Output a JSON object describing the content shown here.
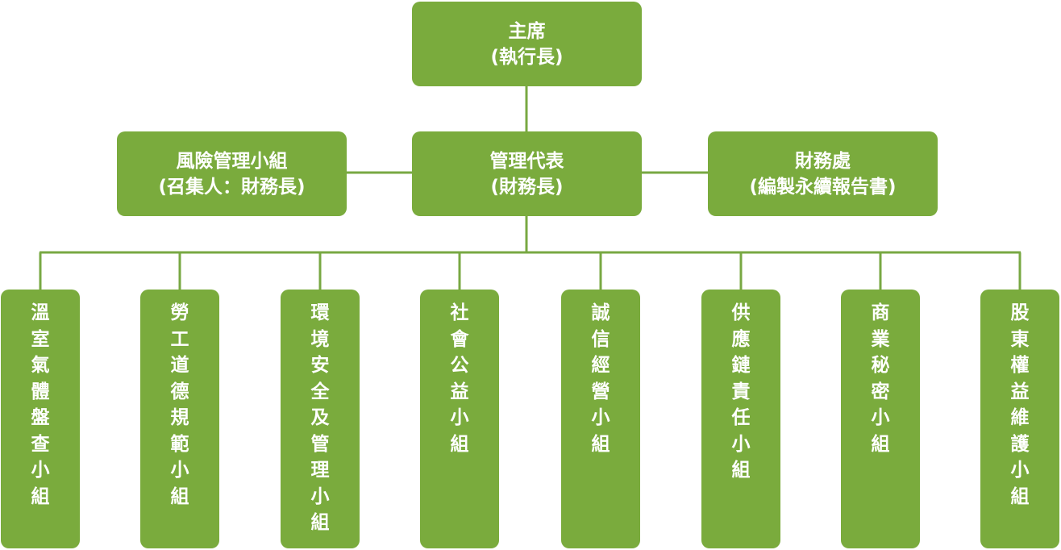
{
  "colors": {
    "box_fill": "#7aab3d",
    "connector": "#78a843",
    "text": "#ffffff",
    "background": "#ffffff"
  },
  "chairman": {
    "line1": "主席",
    "line2": "(執行長)"
  },
  "risk_group": {
    "line1": "風險管理小組",
    "line2": "(召集人：財務長)"
  },
  "management_rep": {
    "line1": "管理代表",
    "line2": "(財務長)"
  },
  "finance_dept": {
    "line1": "財務處",
    "line2": "(編製永續報告書)"
  },
  "groups": [
    {
      "label": "溫室氣體盤查小組"
    },
    {
      "label": "勞工道德規範小組"
    },
    {
      "label": "環境安全及管理小組"
    },
    {
      "label": "社會公益小組"
    },
    {
      "label": "誠信經營小組"
    },
    {
      "label": "供應鏈責任小組"
    },
    {
      "label": "商業秘密小組"
    },
    {
      "label": "股東權益維護小組"
    }
  ]
}
